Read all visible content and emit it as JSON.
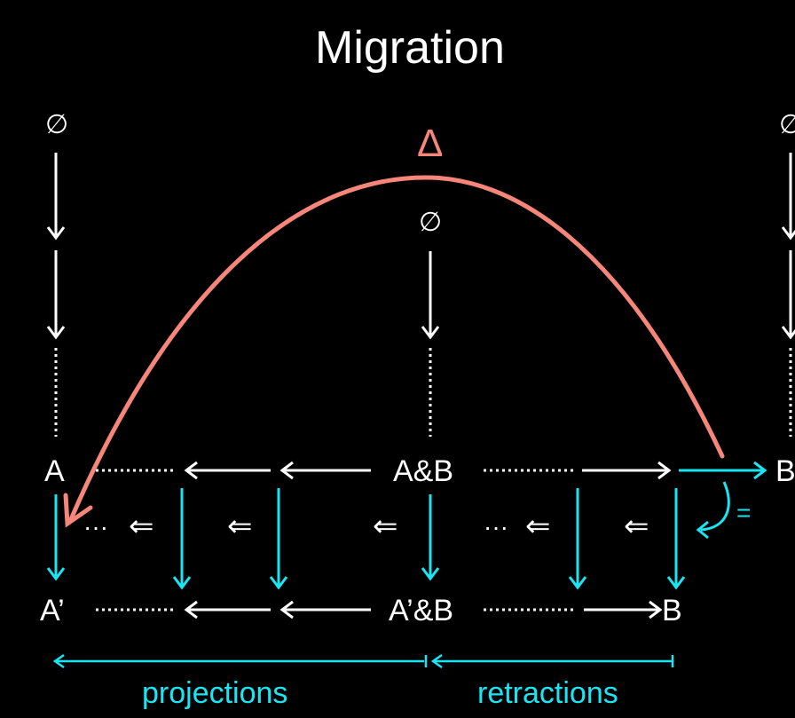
{
  "title": "Migration",
  "delta_label": "Δ",
  "empty_symbol": "∅",
  "nodes": {
    "a": "A",
    "a_and_b": "A&B",
    "b_top": "B",
    "a_prime": "A’",
    "a_prime_and_b": "A’&B",
    "b_bottom": "B"
  },
  "double_arrow": "⇐",
  "dots": "···",
  "equals": "=",
  "labels": {
    "projections": "projections",
    "retractions": "retractions"
  },
  "colors": {
    "background": "#000000",
    "foreground": "#ffffff",
    "accent": "#19e6f5",
    "delta": "#f6857a"
  }
}
